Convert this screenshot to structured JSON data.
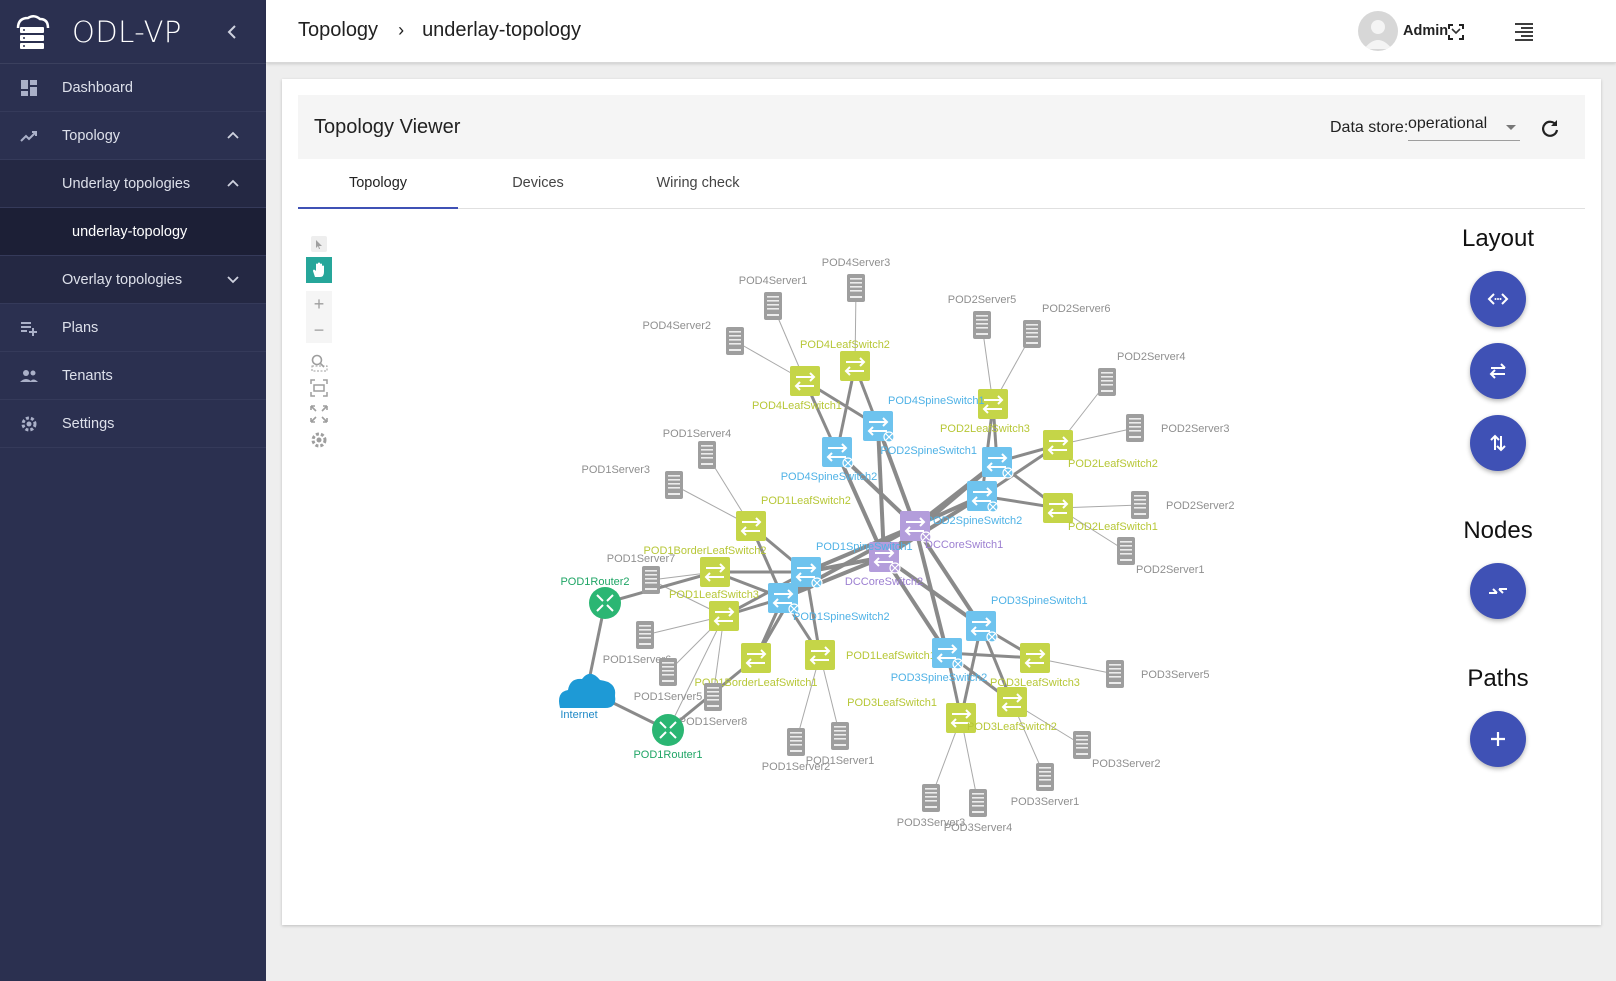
{
  "app": {
    "title": "ODL-VP"
  },
  "sidebar": {
    "items": [
      {
        "label": "Dashboard"
      },
      {
        "label": "Topology"
      },
      {
        "label": "Underlay topologies"
      },
      {
        "label": "underlay-topology"
      },
      {
        "label": "Overlay topologies"
      },
      {
        "label": "Plans"
      },
      {
        "label": "Tenants"
      },
      {
        "label": "Settings"
      }
    ]
  },
  "header": {
    "breadcrumb": [
      "Topology",
      "underlay-topology"
    ],
    "user": "Admin"
  },
  "card": {
    "title": "Topology Viewer",
    "datastore_label": "Data store:",
    "datastore_value": "operational",
    "tabs": [
      "Topology",
      "Devices",
      "Wiring check"
    ]
  },
  "panel": {
    "layout_title": "Layout",
    "nodes_title": "Nodes",
    "paths_title": "Paths"
  },
  "colors": {
    "leaf": "#c5d548",
    "spine": "#6ec3ee",
    "core": "#b39ddb",
    "router": "#2bb673",
    "server": "#9e9e9e",
    "cloud": "#1e9ad6",
    "accent": "#3f51b5"
  },
  "topology": {
    "nodes": [
      {
        "id": "POD4Server1",
        "type": "server",
        "label": "POD4Server1"
      },
      {
        "id": "POD4Server3",
        "type": "server",
        "label": "POD4Server3"
      },
      {
        "id": "POD4Server2",
        "type": "server",
        "label": "POD4Server2"
      },
      {
        "id": "POD4LeafSwitch2",
        "type": "leaf",
        "label": "POD4LeafSwitch2"
      },
      {
        "id": "POD4LeafSwitch1",
        "type": "leaf",
        "label": "POD4LeafSwitch1"
      },
      {
        "id": "POD2Server5",
        "type": "server",
        "label": "POD2Server5"
      },
      {
        "id": "POD2Server6",
        "type": "server",
        "label": "POD2Server6"
      },
      {
        "id": "POD2Server4",
        "type": "server",
        "label": "POD2Server4"
      },
      {
        "id": "POD2Server3",
        "type": "server",
        "label": "POD2Server3"
      },
      {
        "id": "POD2LeafSwitch3",
        "type": "leaf",
        "label": "POD2LeafSwitch3"
      },
      {
        "id": "POD4SpineSwitch1",
        "type": "spine",
        "label": "POD4SpineSwitch1"
      },
      {
        "id": "POD2SpineSwitch1",
        "type": "spine",
        "label": "POD2SpineSwitch1"
      },
      {
        "id": "POD4SpineSwitch2",
        "type": "spine",
        "label": "POD4SpineSwitch2"
      },
      {
        "id": "POD2LeafSwitch2",
        "type": "leaf",
        "label": "POD2LeafSwitch2"
      },
      {
        "id": "POD2SpineSwitch2",
        "type": "spine",
        "label": "POD2SpineSwitch2"
      },
      {
        "id": "POD2LeafSwitch1",
        "type": "leaf",
        "label": "POD2LeafSwitch1"
      },
      {
        "id": "POD2Server2",
        "type": "server",
        "label": "POD2Server2"
      },
      {
        "id": "POD2Server1",
        "type": "server",
        "label": "POD2Server1"
      },
      {
        "id": "POD1Server4",
        "type": "server",
        "label": "POD1Server4"
      },
      {
        "id": "POD1Server3",
        "type": "server",
        "label": "POD1Server3"
      },
      {
        "id": "POD1LeafSwitch2",
        "type": "leaf",
        "label": "POD1LeafSwitch2"
      },
      {
        "id": "DCCoreSwitch1",
        "type": "core",
        "label": "DCCoreSwitch1"
      },
      {
        "id": "DCCoreSwitch2",
        "type": "core",
        "label": "DCCoreSwitch2"
      },
      {
        "id": "POD1BorderLeafSwitch2",
        "type": "leaf",
        "label": "POD1BorderLeafSwitch2"
      },
      {
        "id": "POD1SpineSwitch1",
        "type": "spine",
        "label": "POD1SpineSwitch1"
      },
      {
        "id": "POD1Server7",
        "type": "server",
        "label": "POD1Server7"
      },
      {
        "id": "POD1Router2",
        "type": "router",
        "label": "POD1Router2"
      },
      {
        "id": "POD1LeafSwitch3",
        "type": "leaf",
        "label": "POD1LeafSwitch3"
      },
      {
        "id": "POD1SpineSwitch2",
        "type": "spine",
        "label": "POD1SpineSwitch2"
      },
      {
        "id": "POD1Server6",
        "type": "server",
        "label": "POD1Server6"
      },
      {
        "id": "POD1LeafSwitch1",
        "type": "leaf",
        "label": "POD1LeafSwitch1"
      },
      {
        "id": "POD3SpineSwitch1",
        "type": "spine",
        "label": "POD3SpineSwitch1"
      },
      {
        "id": "POD3SpineSwitch2",
        "type": "spine",
        "label": "POD3SpineSwitch2"
      },
      {
        "id": "POD1BorderLeafSwitch1",
        "type": "leaf",
        "label": "POD1BorderLeafSwitch1"
      },
      {
        "id": "POD1LeafSwitch4",
        "type": "leaf",
        "label": ""
      },
      {
        "id": "POD1Server5",
        "type": "server",
        "label": "POD1Server5"
      },
      {
        "id": "Internet",
        "type": "cloud",
        "label": "Internet"
      },
      {
        "id": "POD1Server8",
        "type": "server",
        "label": "POD1Server8"
      },
      {
        "id": "POD1Router1",
        "type": "router",
        "label": "POD1Router1"
      },
      {
        "id": "POD1Server2",
        "type": "server",
        "label": "POD1Server2"
      },
      {
        "id": "POD1Server1",
        "type": "server",
        "label": "POD1Server1"
      },
      {
        "id": "POD3LeafSwitch3",
        "type": "leaf",
        "label": "POD3LeafSwitch3"
      },
      {
        "id": "POD3LeafSwitch1",
        "type": "leaf",
        "label": "POD3LeafSwitch1"
      },
      {
        "id": "POD3LeafSwitch2",
        "type": "leaf",
        "label": "POD3LeafSwitch2"
      },
      {
        "id": "POD3Server5",
        "type": "server",
        "label": "POD3Server5"
      },
      {
        "id": "POD3Server2",
        "type": "server",
        "label": "POD3Server2"
      },
      {
        "id": "POD3Server1",
        "type": "server",
        "label": "POD3Server1"
      },
      {
        "id": "POD3Server3",
        "type": "server",
        "label": "POD3Server3"
      },
      {
        "id": "POD3Server4",
        "type": "server",
        "label": "POD3Server4"
      }
    ],
    "links": [
      [
        "POD4Server1",
        "POD4LeafSwitch1",
        1
      ],
      [
        "POD4Server3",
        "POD4LeafSwitch2",
        1
      ],
      [
        "POD4Server2",
        "POD4LeafSwitch1",
        1
      ],
      [
        "POD4LeafSwitch1",
        "POD4SpineSwitch1",
        3
      ],
      [
        "POD4LeafSwitch1",
        "POD4SpineSwitch2",
        3
      ],
      [
        "POD4LeafSwitch2",
        "POD4SpineSwitch1",
        3
      ],
      [
        "POD4LeafSwitch2",
        "POD4SpineSwitch2",
        3
      ],
      [
        "POD4SpineSwitch1",
        "DCCoreSwitch1",
        4
      ],
      [
        "POD4SpineSwitch2",
        "DCCoreSwitch2",
        4
      ],
      [
        "POD4SpineSwitch1",
        "DCCoreSwitch2",
        4
      ],
      [
        "POD4SpineSwitch2",
        "DCCoreSwitch1",
        4
      ],
      [
        "POD2Server5",
        "POD2LeafSwitch3",
        1
      ],
      [
        "POD2Server6",
        "POD2LeafSwitch3",
        1
      ],
      [
        "POD2Server4",
        "POD2LeafSwitch2",
        1
      ],
      [
        "POD2Server3",
        "POD2LeafSwitch2",
        1
      ],
      [
        "POD2Server2",
        "POD2LeafSwitch1",
        1
      ],
      [
        "POD2Server1",
        "POD2LeafSwitch1",
        1
      ],
      [
        "POD2LeafSwitch3",
        "POD2SpineSwitch1",
        3
      ],
      [
        "POD2LeafSwitch3",
        "POD2SpineSwitch2",
        3
      ],
      [
        "POD2LeafSwitch2",
        "POD2SpineSwitch1",
        3
      ],
      [
        "POD2LeafSwitch2",
        "POD2SpineSwitch2",
        3
      ],
      [
        "POD2LeafSwitch1",
        "POD2SpineSwitch1",
        3
      ],
      [
        "POD2LeafSwitch1",
        "POD2SpineSwitch2",
        3
      ],
      [
        "POD2SpineSwitch1",
        "DCCoreSwitch1",
        4
      ],
      [
        "POD2SpineSwitch2",
        "DCCoreSwitch1",
        4
      ],
      [
        "POD2SpineSwitch1",
        "DCCoreSwitch2",
        4
      ],
      [
        "POD2SpineSwitch2",
        "DCCoreSwitch2",
        4
      ],
      [
        "POD1Server4",
        "POD1LeafSwitch2",
        1
      ],
      [
        "POD1Server3",
        "POD1LeafSwitch2",
        1
      ],
      [
        "POD1LeafSwitch2",
        "POD1SpineSwitch1",
        3
      ],
      [
        "POD1LeafSwitch2",
        "POD1SpineSwitch2",
        3
      ],
      [
        "POD1BorderLeafSwitch2",
        "POD1SpineSwitch1",
        3
      ],
      [
        "POD1BorderLeafSwitch2",
        "POD1SpineSwitch2",
        3
      ],
      [
        "POD1LeafSwitch3",
        "POD1SpineSwitch1",
        3
      ],
      [
        "POD1LeafSwitch3",
        "POD1SpineSwitch2",
        3
      ],
      [
        "POD1LeafSwitch1",
        "POD1SpineSwitch1",
        3
      ],
      [
        "POD1LeafSwitch1",
        "POD1SpineSwitch2",
        3
      ],
      [
        "POD1BorderLeafSwitch1",
        "POD1SpineSwitch1",
        3
      ],
      [
        "POD1BorderLeafSwitch1",
        "POD1SpineSwitch2",
        3
      ],
      [
        "POD1LeafSwitch4",
        "POD1SpineSwitch1",
        3
      ],
      [
        "POD1LeafSwitch4",
        "POD1SpineSwitch2",
        3
      ],
      [
        "POD1SpineSwitch1",
        "DCCoreSwitch1",
        4
      ],
      [
        "POD1SpineSwitch1",
        "DCCoreSwitch2",
        4
      ],
      [
        "POD1SpineSwitch2",
        "DCCoreSwitch1",
        4
      ],
      [
        "POD1SpineSwitch2",
        "DCCoreSwitch2",
        4
      ],
      [
        "POD1Server7",
        "POD1LeafSwitch3",
        1
      ],
      [
        "POD1Server6",
        "POD1LeafSwitch3",
        1
      ],
      [
        "POD1Server5",
        "POD1LeafSwitch3",
        1
      ],
      [
        "POD1Server8",
        "POD1LeafSwitch3",
        1
      ],
      [
        "POD1Server7",
        "POD1BorderLeafSwitch2",
        1
      ],
      [
        "POD1Router2",
        "POD1BorderLeafSwitch2",
        3
      ],
      [
        "POD1Router2",
        "Internet",
        3
      ],
      [
        "POD1Router1",
        "Internet",
        3
      ],
      [
        "POD1Router1",
        "POD1BorderLeafSwitch1",
        3
      ],
      [
        "POD1Router1",
        "POD1LeafSwitch3",
        1
      ],
      [
        "POD1Server2",
        "POD1LeafSwitch1",
        1
      ],
      [
        "POD1Server1",
        "POD1LeafSwitch1",
        1
      ],
      [
        "POD3SpineSwitch1",
        "DCCoreSwitch1",
        4
      ],
      [
        "POD3SpineSwitch2",
        "DCCoreSwitch2",
        4
      ],
      [
        "POD3SpineSwitch1",
        "DCCoreSwitch2",
        4
      ],
      [
        "POD3SpineSwitch2",
        "DCCoreSwitch1",
        4
      ],
      [
        "POD3LeafSwitch3",
        "POD3SpineSwitch1",
        3
      ],
      [
        "POD3LeafSwitch3",
        "POD3SpineSwitch2",
        3
      ],
      [
        "POD3LeafSwitch1",
        "POD3SpineSwitch1",
        3
      ],
      [
        "POD3LeafSwitch1",
        "POD3SpineSwitch2",
        3
      ],
      [
        "POD3LeafSwitch2",
        "POD3SpineSwitch1",
        3
      ],
      [
        "POD3LeafSwitch2",
        "POD3SpineSwitch2",
        3
      ],
      [
        "POD3Server5",
        "POD3LeafSwitch3",
        1
      ],
      [
        "POD3Server2",
        "POD3LeafSwitch2",
        1
      ],
      [
        "POD3Server1",
        "POD3LeafSwitch2",
        1
      ],
      [
        "POD3Server3",
        "POD3LeafSwitch1",
        1
      ],
      [
        "POD3Server4",
        "POD3LeafSwitch1",
        1
      ]
    ]
  }
}
